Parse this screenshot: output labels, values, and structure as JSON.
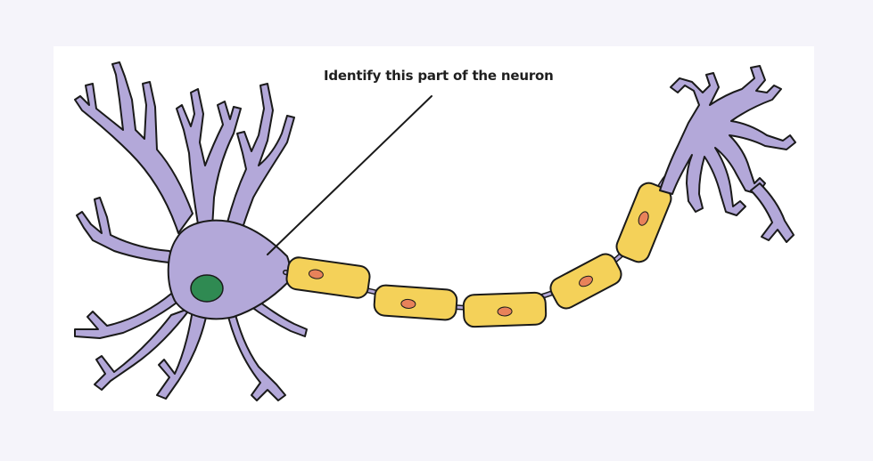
{
  "diagram": {
    "question_label": "Identify this part of the neuron",
    "colors": {
      "page_background": "#f5f4fa",
      "card_background": "#ffffff",
      "neuron_fill": "#b3a8d9",
      "outline": "#1a1a1a",
      "nucleus": "#2f8a52",
      "myelin_fill": "#f4d159",
      "schwann_nucleus": "#e8825a"
    },
    "parts": [
      "dendrites",
      "cell-body",
      "nucleus",
      "axon",
      "myelin-sheath",
      "schwann-cell-nucleus",
      "axon-terminals"
    ],
    "myelin_segment_count": 5
  }
}
